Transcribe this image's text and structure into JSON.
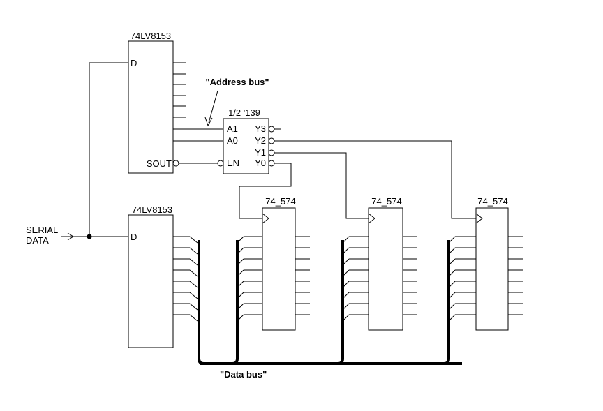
{
  "page": {
    "background_color": "#ffffff",
    "line_color": "#000000"
  },
  "diagram": {
    "source": {
      "label_line1": "SERIAL",
      "label_line2": "DATA"
    },
    "annotations": {
      "address_bus": "\"Address bus\"",
      "data_bus": "\"Data bus\""
    },
    "chips": {
      "serial_converter_top": {
        "title": "74LV8153",
        "pin_d": "D",
        "pin_sout": "SOUT",
        "output_stub_count": 6
      },
      "decoder": {
        "title": "1/2 '139",
        "pin_a1": "A1",
        "pin_a0": "A0",
        "pin_en": "EN",
        "pin_y3": "Y3",
        "pin_y2": "Y2",
        "pin_y1": "Y1",
        "pin_y0": "Y0"
      },
      "serial_converter_bottom": {
        "title": "74LV8153",
        "pin_d": "D",
        "data_line_count": 8
      },
      "latch_1": {
        "title": "74_574"
      },
      "latch_2": {
        "title": "74_574"
      },
      "latch_3": {
        "title": "74_574"
      }
    }
  }
}
